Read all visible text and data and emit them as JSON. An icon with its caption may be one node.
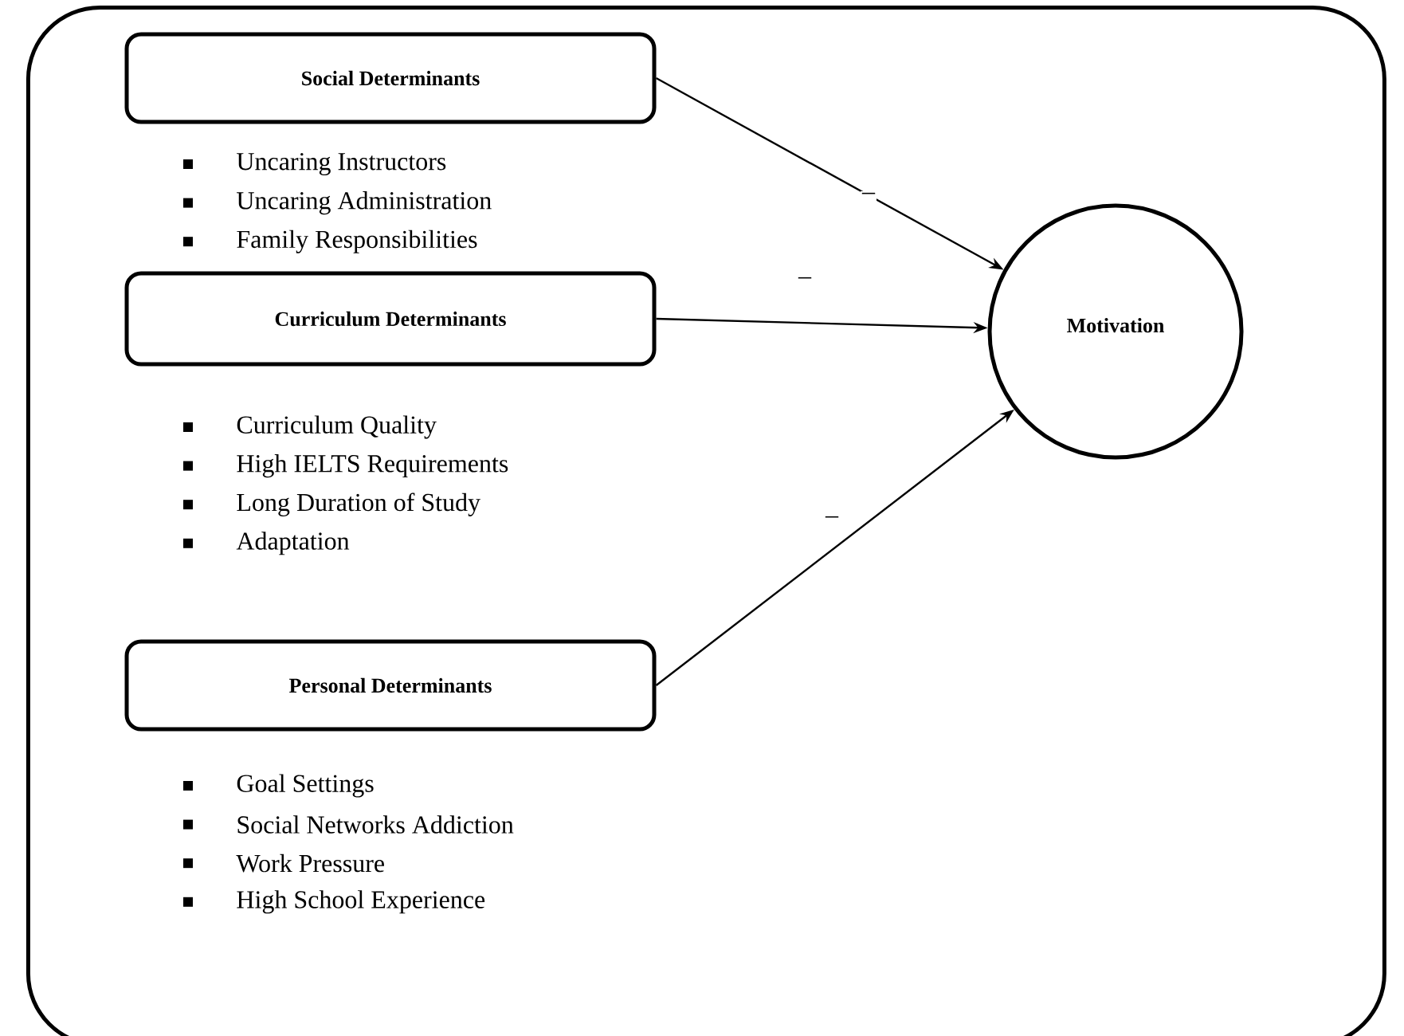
{
  "diagram": {
    "nodes": [
      {
        "text": [],
        "shape": "box"
      },
      {
        "text": [
          "Social Determinants"
        ],
        "in": 0,
        "beside": [
          "Uncaring Instructors",
          "Uncaring Administration",
          "Family Responsibilities"
        ]
      },
      {
        "text": [
          "Curriculum Determinants"
        ],
        "in": 0,
        "beside": [
          "Curriculum Quality",
          "High IELTS Requirements",
          "Long Duration of Study",
          "Adaptation"
        ]
      },
      {
        "text": [
          "Personal Determinants"
        ],
        "in": 0,
        "beside": [
          "Goal Settings",
          "Social Networks Addiction",
          "Work Pressure",
          "High School Experience"
        ]
      },
      {
        "text": [
          "Motivation"
        ],
        "in": 0
      }
    ],
    "edges": [
      {
        "from": 1,
        "to": 4,
        "arrow": "to",
        "label": "–"
      },
      {
        "from": 2,
        "to": 4,
        "arrow": "to",
        "label": "–"
      },
      {
        "from": 3,
        "to": 4,
        "arrow": "to",
        "label": "–"
      }
    ]
  }
}
